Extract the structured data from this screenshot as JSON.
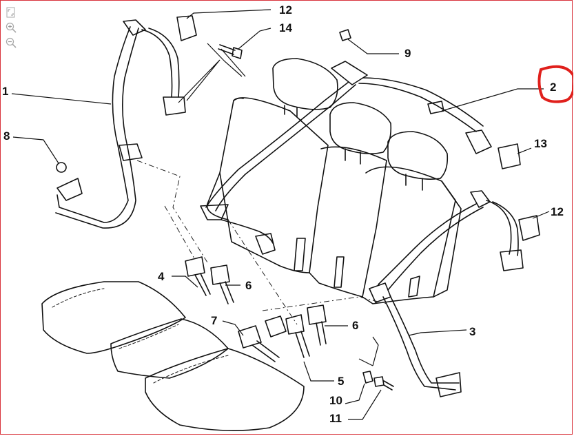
{
  "viewer": {
    "tools": [
      {
        "name": "fit-page",
        "icon": "fit-page-icon"
      },
      {
        "name": "zoom-in",
        "icon": "zoom-in-icon"
      },
      {
        "name": "zoom-out",
        "icon": "zoom-out-icon"
      }
    ]
  },
  "diagram": {
    "title": "Rear seat belts exploded view",
    "highlight_color": "#e0201c",
    "frame_color": "#d8323a",
    "callouts": {
      "c1": "1",
      "c2": "2",
      "c3": "3",
      "c4": "4",
      "c5": "5",
      "c6a": "6",
      "c6b": "6",
      "c7": "7",
      "c8": "8",
      "c9": "9",
      "c10": "10",
      "c11": "11",
      "c12a": "12",
      "c12b": "12",
      "c13": "13",
      "c14": "14"
    }
  }
}
